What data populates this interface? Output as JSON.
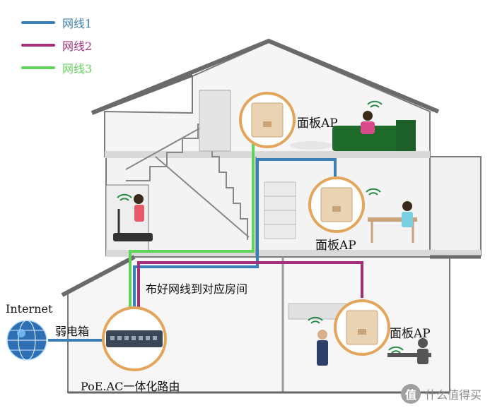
{
  "legend": [
    {
      "label": "网线1",
      "color": "#3a7fb5"
    },
    {
      "label": "网线2",
      "color": "#a3307a"
    },
    {
      "label": "网线3",
      "color": "#5fd35a"
    }
  ],
  "labels": {
    "ap_top": "面板AP",
    "ap_middle": "面板AP",
    "ap_bottom": "面板AP",
    "wiring_note": "布好网线到对应房间",
    "internet": "Internet",
    "weak_box": "弱电箱",
    "router": "PoE.AC一体化路由"
  },
  "watermark": {
    "badge": "值",
    "text": "什么值得买"
  },
  "icons": {
    "globe": "globe-icon",
    "router": "router-icon",
    "ap_panel": "ap-panel-icon",
    "wifi": "wifi-icon"
  },
  "colors": {
    "cable1": "#3a7fb5",
    "cable2": "#a3307a",
    "cable3": "#5fd35a",
    "wall": "#f4f4f4",
    "roof": "#666666",
    "ap_ring": "#e2a55a",
    "ap_panel": "#e9d3b3",
    "sofa": "#1f6b2c"
  }
}
